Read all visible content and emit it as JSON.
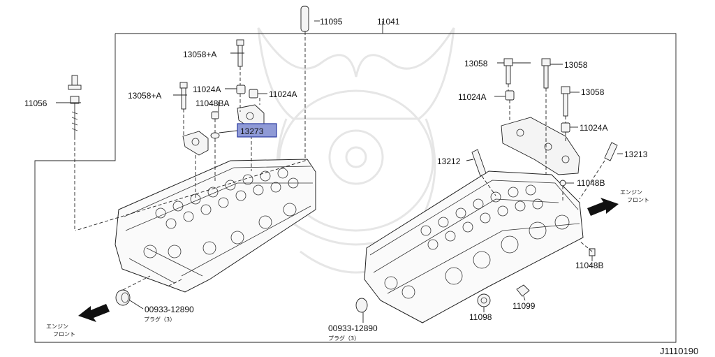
{
  "diagram_code": "J1110190",
  "highlight_color": "#8f9ad6",
  "labels": {
    "p11041": "11041",
    "p11095": "11095",
    "p13058a_top": "13058+A",
    "p13058a_mid": "13058+A",
    "p11024a_left1": "11024A",
    "p11024a_left2": "11024A",
    "p11048ba": "11048BA",
    "p11056": "11056",
    "p13273": "13273",
    "p00933_left": "00933-12890",
    "plug_left": "プラグ（3）",
    "front_left_1": "エンジン",
    "front_left_2": "フロント",
    "p13058_r1": "13058",
    "p13058_r2": "13058",
    "p13058_r3": "13058",
    "p11024a_r1": "11024A",
    "p11024a_r2": "11024A",
    "p13212": "13212",
    "p13213": "13213",
    "p11048b_r1": "11048B",
    "p11048b_r2": "11048B",
    "front_right_1": "エンジン",
    "front_right_2": "フロント",
    "p00933_right": "00933-12890",
    "plug_right": "プラグ（3）",
    "p11098": "11098",
    "p11099": "11099"
  },
  "icons": {
    "watermark": "samurai-helmet-watermark-icon",
    "front_arrow": "arrow-icon"
  }
}
